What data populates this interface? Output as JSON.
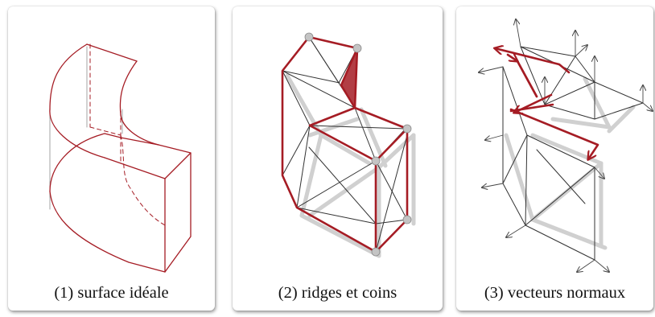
{
  "panels": [
    {
      "number": "(1)",
      "caption": "surface idéale"
    },
    {
      "number": "(2)",
      "caption": "ridges et coins"
    },
    {
      "number": "(3)",
      "caption": "vecteurs normaux"
    }
  ],
  "colors": {
    "accent": "#a51c24",
    "edge": "#3a3a3a",
    "shadow": "#c8c8c8",
    "vertex": "#c0c0c0"
  }
}
